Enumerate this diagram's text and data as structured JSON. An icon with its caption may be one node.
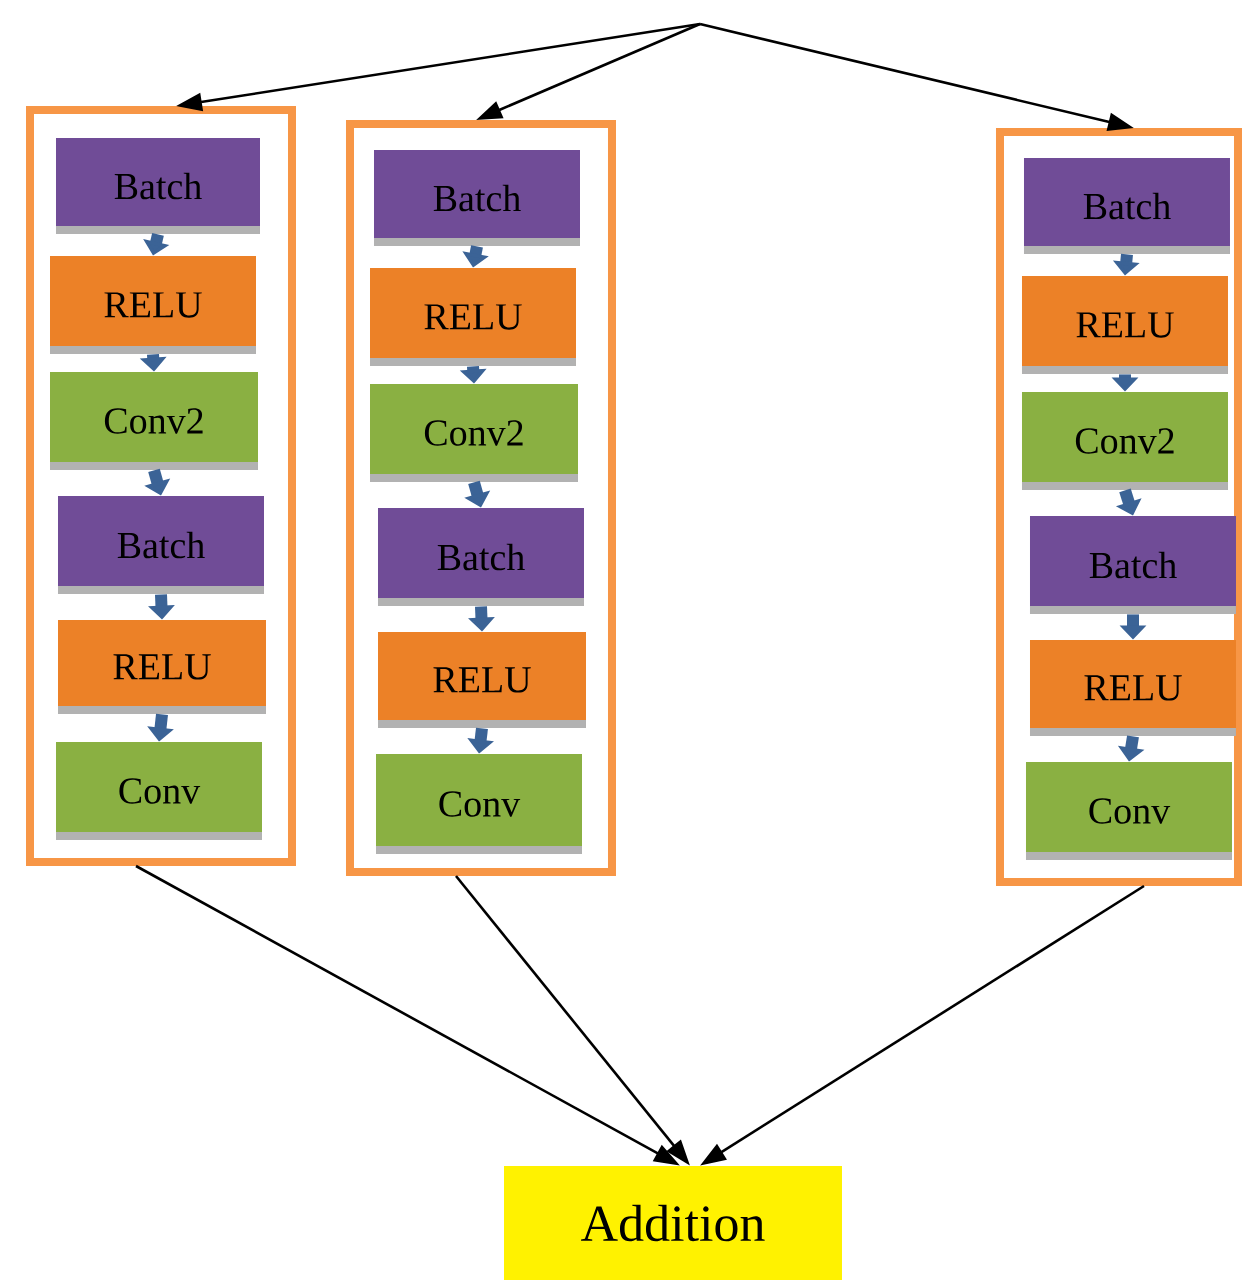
{
  "diagram": {
    "nodes": [
      {
        "text": [],
        "shape": "box"
      },
      {
        "text": [
          "Batch"
        ],
        "in": 0
      },
      {
        "text": [
          "RELU"
        ],
        "in": 0
      },
      {
        "text": [
          "Conv2"
        ],
        "in": 0
      },
      {
        "text": [
          "Batch"
        ],
        "in": 0
      },
      {
        "text": [
          "RELU"
        ],
        "in": 0
      },
      {
        "text": [
          "Conv"
        ],
        "in": 0
      },
      {
        "text": [],
        "shape": "box"
      },
      {
        "text": [
          "Batch"
        ],
        "in": 7
      },
      {
        "text": [
          "RELU"
        ],
        "in": 7
      },
      {
        "text": [
          "Conv2"
        ],
        "in": 7
      },
      {
        "text": [
          "Batch"
        ],
        "in": 7
      },
      {
        "text": [
          "RELU"
        ],
        "in": 7
      },
      {
        "text": [
          "Conv"
        ],
        "in": 7
      },
      {
        "text": [],
        "shape": "box"
      },
      {
        "text": [
          "Batch"
        ],
        "in": 14
      },
      {
        "text": [
          "RELU"
        ],
        "in": 14
      },
      {
        "text": [
          "Conv2"
        ],
        "in": 14
      },
      {
        "text": [
          "Batch"
        ],
        "in": 14
      },
      {
        "text": [
          "RELU"
        ],
        "in": 14
      },
      {
        "text": [
          "Conv"
        ],
        "in": 14
      },
      {
        "text": [
          "Addition"
        ]
      }
    ],
    "edges": [
      {
        "from": null,
        "to": 0,
        "arrow": "to",
        "color": "#000000"
      },
      {
        "from": null,
        "to": 7,
        "arrow": "to",
        "color": "#000000"
      },
      {
        "from": null,
        "to": 14,
        "arrow": "to",
        "color": "#000000"
      },
      {
        "from": 1,
        "to": 2,
        "arrow": "to"
      },
      {
        "from": 2,
        "to": 3,
        "arrow": "to"
      },
      {
        "from": 3,
        "to": 4,
        "arrow": "to"
      },
      {
        "from": 4,
        "to": 5,
        "arrow": "to"
      },
      {
        "from": 5,
        "to": 6,
        "arrow": "to"
      },
      {
        "from": 8,
        "to": 9,
        "arrow": "to"
      },
      {
        "from": 9,
        "to": 10,
        "arrow": "to"
      },
      {
        "from": 10,
        "to": 11,
        "arrow": "to"
      },
      {
        "from": 11,
        "to": 12,
        "arrow": "to"
      },
      {
        "from": 12,
        "to": 13,
        "arrow": "to"
      },
      {
        "from": 15,
        "to": 16,
        "arrow": "to"
      },
      {
        "from": 16,
        "to": 17,
        "arrow": "to"
      },
      {
        "from": 17,
        "to": 18,
        "arrow": "to"
      },
      {
        "from": 18,
        "to": 19,
        "arrow": "to"
      },
      {
        "from": 19,
        "to": 20,
        "arrow": "to"
      },
      {
        "from": 0,
        "to": 21,
        "arrow": "to",
        "color": "#000000"
      },
      {
        "from": 7,
        "to": 21,
        "arrow": "to",
        "color": "#000000"
      },
      {
        "from": 14,
        "to": 21,
        "arrow": "to",
        "color": "#000000"
      }
    ]
  }
}
